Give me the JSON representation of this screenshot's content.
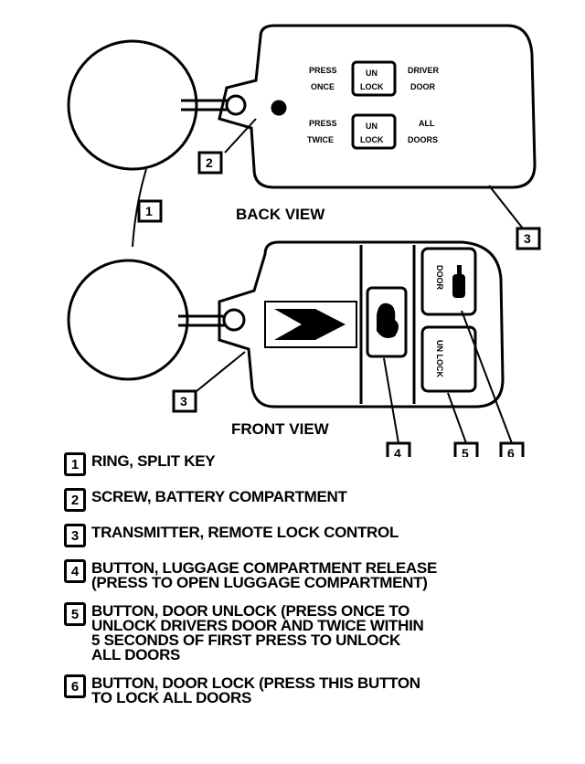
{
  "views": {
    "back": "BACK VIEW",
    "front": "FRONT VIEW"
  },
  "back_buttons": {
    "press_once": "PRESS ONCE",
    "unlock": "UN LOCK",
    "driver_door": "DRIVER DOOR",
    "press_twice": "PRESS TWICE",
    "all_doors": "ALL DOORS"
  },
  "front_buttons": {
    "door": "DOOR",
    "unlock": "UN LOCK"
  },
  "callouts": [
    "1",
    "2",
    "3",
    "3",
    "4",
    "5",
    "6"
  ],
  "legend": [
    {
      "num": "1",
      "text": "RING, SPLIT KEY"
    },
    {
      "num": "2",
      "text": "SCREW, BATTERY COMPARTMENT"
    },
    {
      "num": "3",
      "text": "TRANSMITTER, REMOTE LOCK CONTROL"
    },
    {
      "num": "4",
      "text": "BUTTON, LUGGAGE COMPARTMENT RELEASE\n(PRESS TO OPEN LUGGAGE COMPARTMENT)"
    },
    {
      "num": "5",
      "text": "BUTTON, DOOR UNLOCK (PRESS ONCE TO\nUNLOCK DRIVERS DOOR AND TWICE WITHIN\n5 SECONDS OF FIRST PRESS TO UNLOCK\nALL DOORS"
    },
    {
      "num": "6",
      "text": "BUTTON, DOOR LOCK (PRESS THIS BUTTON\nTO LOCK ALL DOORS"
    }
  ]
}
